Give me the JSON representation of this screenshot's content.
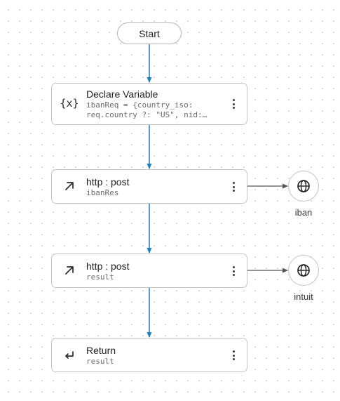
{
  "start": {
    "label": "Start"
  },
  "nodes": [
    {
      "title": "Declare Variable",
      "line1": "ibanReq = {country_iso:",
      "line2": "req.country ?: \"US\", nid:…",
      "icon": "variable-icon"
    },
    {
      "title": "http : post",
      "line1": "ibanRes",
      "icon": "arrow-up-right-icon"
    },
    {
      "title": "http : post",
      "line1": "result",
      "icon": "arrow-up-right-icon"
    },
    {
      "title": "Return",
      "line1": "result",
      "icon": "return-arrow-icon"
    }
  ],
  "externals": [
    {
      "label": "iban",
      "icon": "globe-icon"
    },
    {
      "label": "intuit",
      "icon": "globe-icon"
    }
  ],
  "colors": {
    "flow_edge": "#1f7fc4",
    "side_edge": "#555555",
    "node_border": "#c4c4c4"
  }
}
